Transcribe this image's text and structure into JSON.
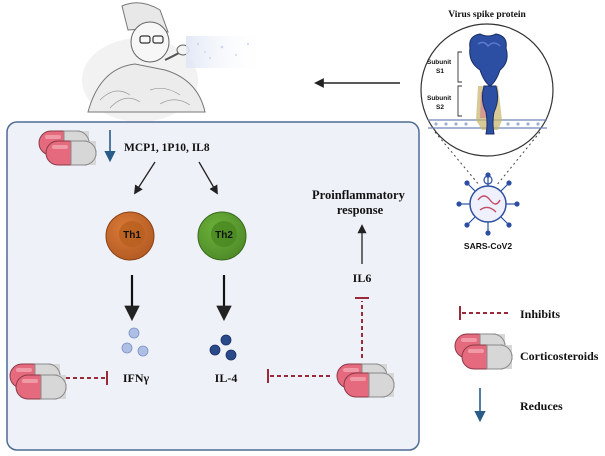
{
  "virus": {
    "title": "Virus spike protein",
    "subunit_s1": [
      "Subunit",
      "S1"
    ],
    "subunit_s2": [
      "Subunit",
      "S2"
    ],
    "name": "SARS-CoV2"
  },
  "pathway": {
    "chemokines": "MCP1, 1P10, IL8",
    "th1": "Th1",
    "th2": "Th2",
    "ifng": "IFNγ",
    "il4": "IL-4",
    "il6": "IL6",
    "proinflammatory": [
      "Proinflammatory",
      "response"
    ]
  },
  "legend": {
    "inhibits": "Inhibits",
    "corticosteroids": "Corticosteroids",
    "reduces": "Reduces"
  },
  "colors": {
    "panel_bg": "#eef2f8",
    "panel_border": "#4f6b93",
    "th1": "#c9672a",
    "th2": "#5a9a2f",
    "inhibit": "#9a2a3a",
    "reduce_arrow": "#2a5c8a",
    "capsule_pink": "#e66a7e",
    "capsule_grey": "#d7d7d7",
    "ifng_dots": "#aebfe6",
    "il4_dots": "#2b4a8a",
    "spike_blue": "#2d4fa3"
  },
  "icons": [
    "coughing-person-icon",
    "virus-particle-icon",
    "spike-protein-icon",
    "corticosteroid-capsule-icon"
  ]
}
